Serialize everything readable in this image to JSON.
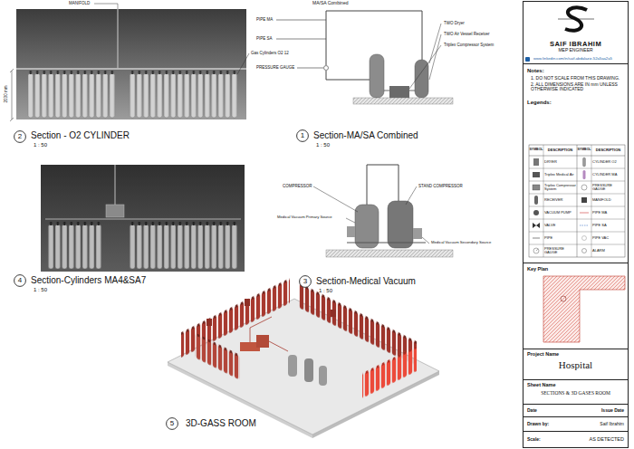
{
  "diagram": {
    "nodes": [
      {
        "text": [
          "2"
        ]
      },
      {
        "text": [
          "1"
        ]
      },
      {
        "text": [
          "4"
        ]
      },
      {
        "text": [
          "3"
        ]
      },
      {
        "text": [
          "5"
        ]
      },
      {
        "text": [
          "SAIF IBRAHIM",
          "MEP ENGINEER",
          "www.linkedin.com/in/saif-abdalaziz-52a5aa2a5"
        ]
      },
      {
        "text": [
          "Notes:",
          "1. DO NOT SCALE FROM THIS DRAWING.",
          "2. ALL DIMENSIONS ARE IN mm UNLESS OTHERWISE INDICATED",
          "Legends:"
        ]
      },
      {
        "text": [
          "Key Plan"
        ]
      },
      {
        "text": [
          "Project Name",
          "Hospital"
        ]
      },
      {
        "text": [
          "Sheet Name",
          "SECTIONS & 3D GASES ROOM"
        ]
      },
      {
        "text": [
          "Date",
          "Issue Date"
        ]
      },
      {
        "text": [
          "Drawn by:",
          "Saif Ibrahim"
        ]
      },
      {
        "text": [
          "Scale:",
          "AS DETECTED"
        ]
      }
    ],
    "labels": [
      "MANIFOLD",
      "Gas Cylinders O2 12",
      "2030 mm",
      "Section - O2 CYLINDER",
      "1 : 50",
      "MA/SA Combined",
      "PIPE MA",
      "PIPE SA",
      "PRESSURE GAUGE",
      "TWO Dryer",
      "TWO Air Vessel Receiver",
      "Triplex Compressor System",
      "Section-MA/SA Combined",
      "1 : 50",
      "Section-Cylinders MA4&SA7",
      "1 : 50",
      "COMPRESSOR",
      "STAND COMPRESSOR",
      "Medical Vacuum Primary Source",
      "Medical Vacuum Secondary Source",
      "Section-Medical Vacuum",
      "1 : 50",
      "3D-GASS ROOM",
      "SYMBOL",
      "DESCRIPTION",
      "SYMBOL",
      "DESCRIPTION",
      "DRYER",
      "CYLINDER O2",
      "Triplex Medical Air",
      "CYLINDER MA",
      "Triplex Compressor System",
      "PRESSURE GAUGE",
      "RECEIVER",
      "MANIFOLD",
      "VACUUM PUMP",
      "PIPE MA",
      "VALVE",
      "PIPE SA",
      "PIPE",
      "PIPE VAC",
      "PRESSURE GAUGE",
      "ALARM"
    ]
  }
}
